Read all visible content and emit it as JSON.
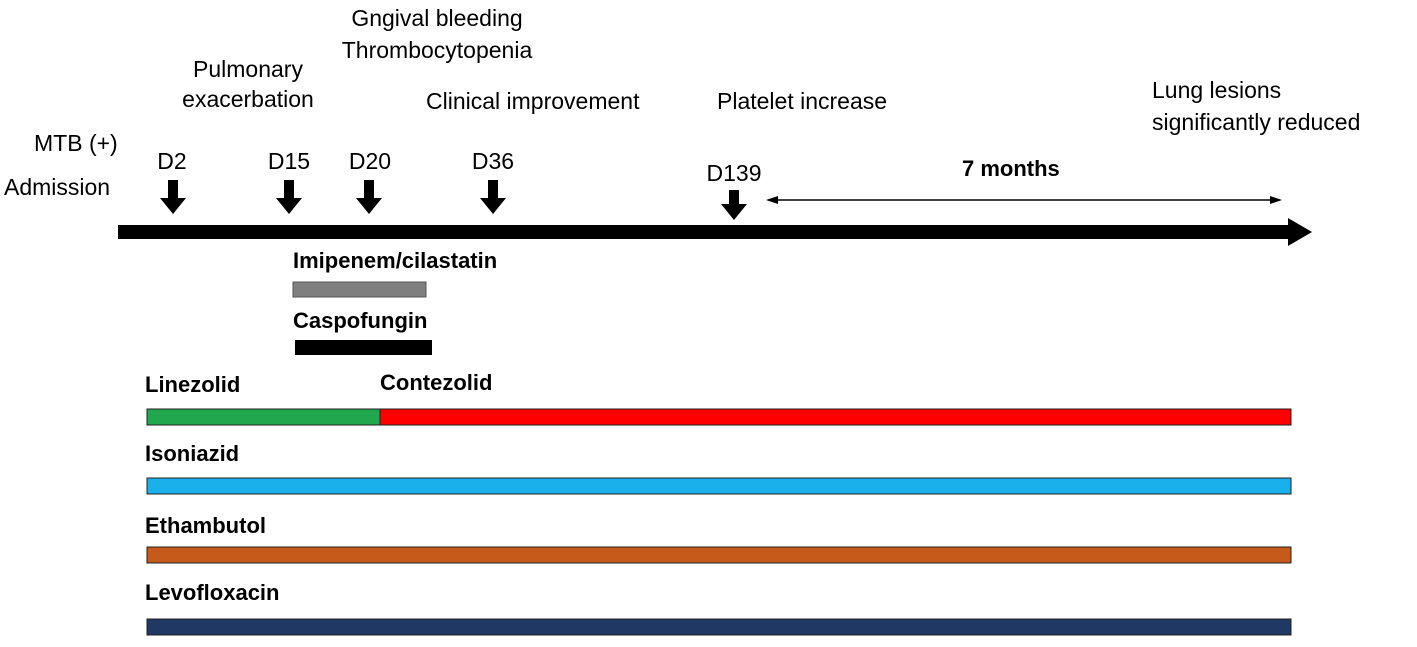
{
  "left_labels": {
    "mtb": "MTB (+)",
    "admission": "Admission"
  },
  "events": [
    {
      "day": "D2",
      "event": "Pulmonary\nexacerbation"
    },
    {
      "day": "D15",
      "event": ""
    },
    {
      "day": "D20",
      "event": "Gngival bleeding\nThrombocytopenia"
    },
    {
      "day": "D36",
      "event": "Clinical improvement"
    },
    {
      "day": "D139",
      "event": "Platelet increase"
    }
  ],
  "duration_label": "7 months",
  "final_event": "Lung lesions\nsignificantly reduced",
  "short_drugs": [
    {
      "name": "Imipenem/cilastatin",
      "color": "#7f7f7f"
    },
    {
      "name": "Caspofungin",
      "color": "#000000"
    }
  ],
  "long_drugs": [
    {
      "name": "Linezolid",
      "color": "#21a84e"
    },
    {
      "name": "Contezolid",
      "color": "#ff0000"
    },
    {
      "name": "Isoniazid",
      "color": "#1ab0ec"
    },
    {
      "name": "Ethambutol",
      "color": "#c55a1a"
    },
    {
      "name": "Levofloxacin",
      "color": "#1f3864"
    }
  ]
}
